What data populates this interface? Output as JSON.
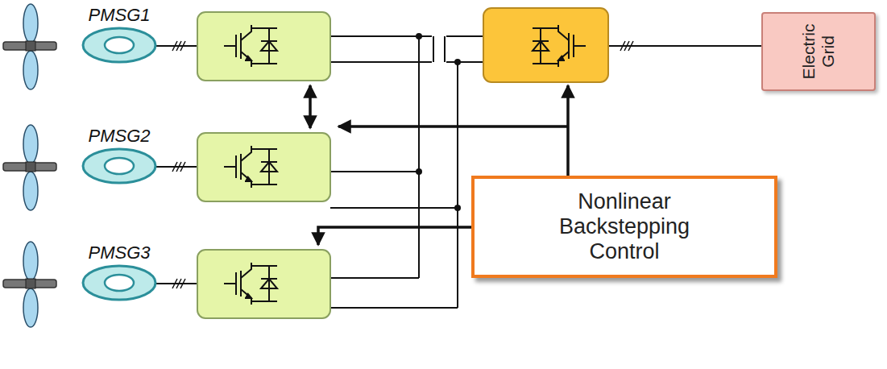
{
  "diagram": {
    "nodes": [
      {
        "text": [
          "PMSG1"
        ]
      },
      {
        "text": [
          "PMSG2"
        ]
      },
      {
        "text": [
          "PMSG3"
        ]
      },
      {
        "text": [
          "Electric Grid"
        ]
      },
      {
        "text": [
          "Nonlinear Backstepping Control"
        ]
      }
    ]
  }
}
